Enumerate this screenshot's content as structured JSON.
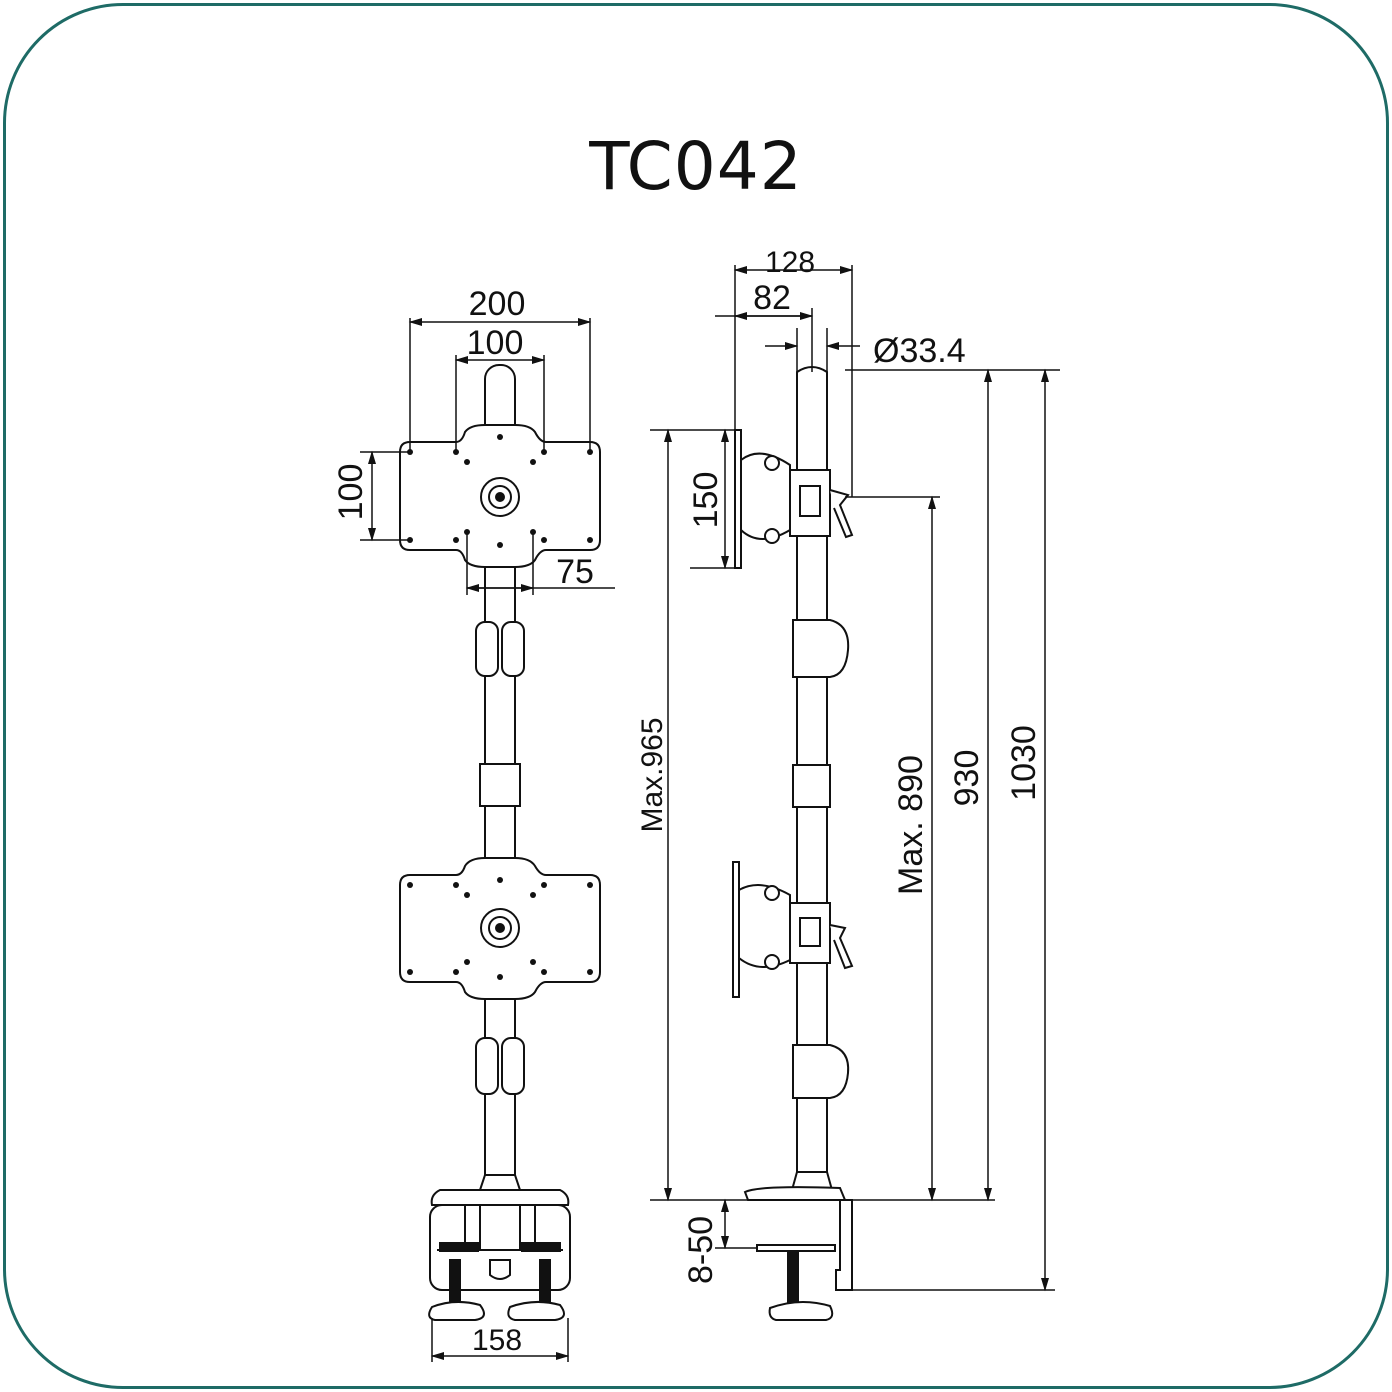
{
  "title": "TC042",
  "colors": {
    "border": "#1e6b66",
    "line": "#111111"
  },
  "front_view": {
    "width_200": "200",
    "width_100": "100",
    "height_100": "100",
    "offset_75": "75",
    "base_158": "158"
  },
  "side_view": {
    "depth_128": "128",
    "depth_82": "82",
    "pole_diameter": "Ø33.4",
    "plate_150": "150",
    "max_965": "Max.965",
    "max_890": "Max. 890",
    "height_930": "930",
    "height_1030": "1030",
    "clamp_range": "8-50"
  }
}
